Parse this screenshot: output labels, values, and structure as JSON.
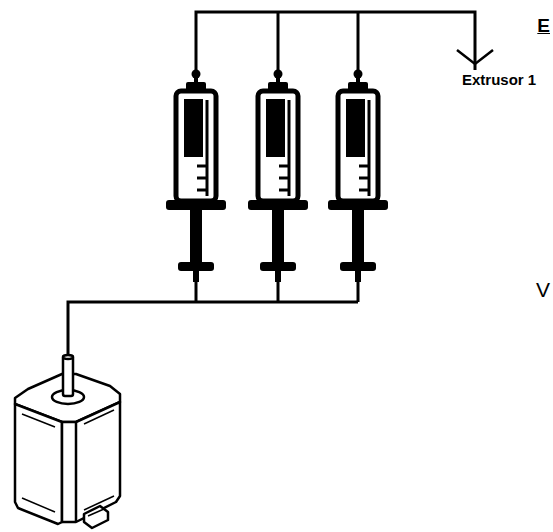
{
  "diagram": {
    "labels": [
      "E",
      "Extrusor 1",
      "V"
    ]
  }
}
